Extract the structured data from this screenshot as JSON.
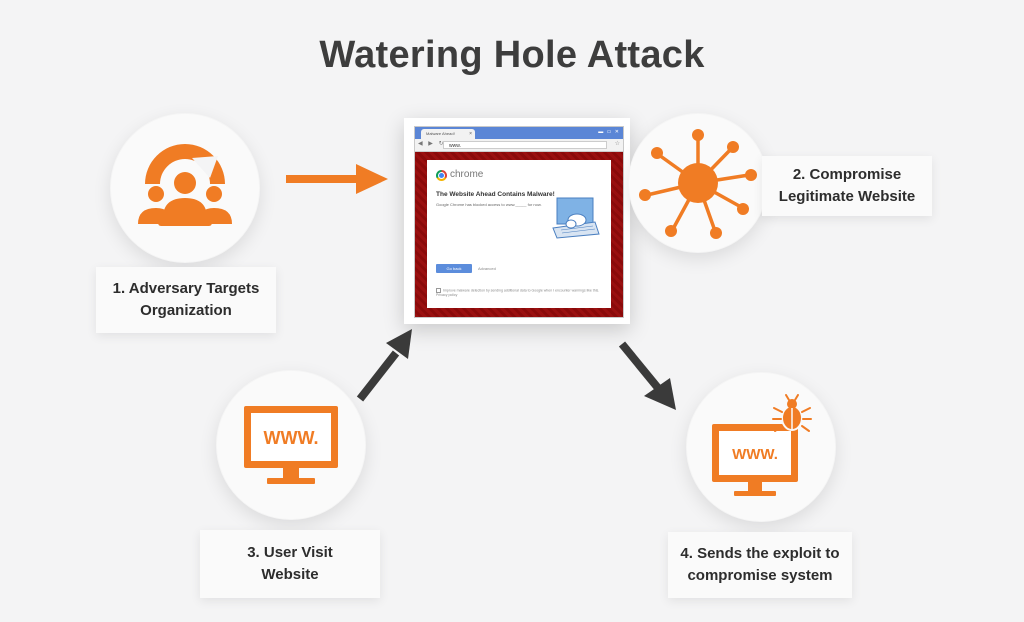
{
  "title": "Watering Hole Attack",
  "steps": [
    {
      "label_line1": "1. Adversary Targets",
      "label_line2": "Organization",
      "icon": "adversary-group-target-icon"
    },
    {
      "label_line1": "2. Compromise",
      "label_line2": "Legitimate Website",
      "icon": "virus-network-icon"
    },
    {
      "label_line1": "3. User Visit",
      "label_line2": "Website",
      "icon": "monitor-www-icon",
      "screen_text": "WWW."
    },
    {
      "label_line1": "4. Sends the exploit to",
      "label_line2": "compromise system",
      "icon": "monitor-www-bug-icon",
      "screen_text": "WWW."
    }
  ],
  "browser": {
    "tab_title": "Malware Ahead!",
    "tab_close": "×",
    "url": "www.",
    "brand": "chrome",
    "heading": "The Website Ahead Contains Malware!",
    "body": "Google Chrome has blocked access to www._____ for now.",
    "back_button": "Go back",
    "advanced_link": "Advanced",
    "footer": "Improve malware detection by sending additional data to Google when I encounter warnings like this. Privacy policy"
  },
  "colors": {
    "accent": "#f07c24",
    "arrow_dark": "#3a3a3a",
    "background": "#f4f4f5",
    "warning_red": "#9a1010"
  }
}
